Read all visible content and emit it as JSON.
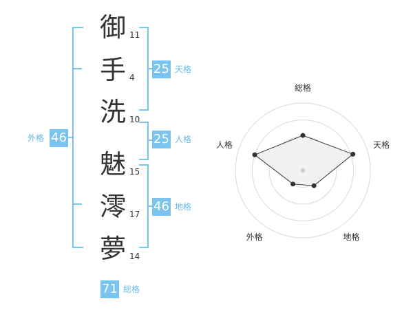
{
  "name": [
    {
      "char": "御",
      "strokes": "11"
    },
    {
      "char": "手",
      "strokes": "4"
    },
    {
      "char": "洗",
      "strokes": "10"
    },
    {
      "char": "魅",
      "strokes": "15"
    },
    {
      "char": "澪",
      "strokes": "17"
    },
    {
      "char": "夢",
      "strokes": "14"
    }
  ],
  "scores": {
    "tenkaku": {
      "value": "25",
      "label": "天格"
    },
    "jinkaku": {
      "value": "25",
      "label": "人格"
    },
    "chikaku": {
      "value": "46",
      "label": "地格"
    },
    "gaikaku": {
      "value": "46",
      "label": "外格"
    },
    "soukaku": {
      "value": "71",
      "label": "総格"
    }
  },
  "colors": {
    "accent": "#7cc4f0",
    "text": "#333333",
    "radar_fill": "#eeeeee"
  },
  "chart_data": {
    "type": "radar",
    "axes": [
      "総格",
      "天格",
      "地格",
      "外格",
      "人格"
    ],
    "values": [
      0.52,
      0.78,
      0.28,
      0.25,
      0.75
    ],
    "rings": 4
  }
}
